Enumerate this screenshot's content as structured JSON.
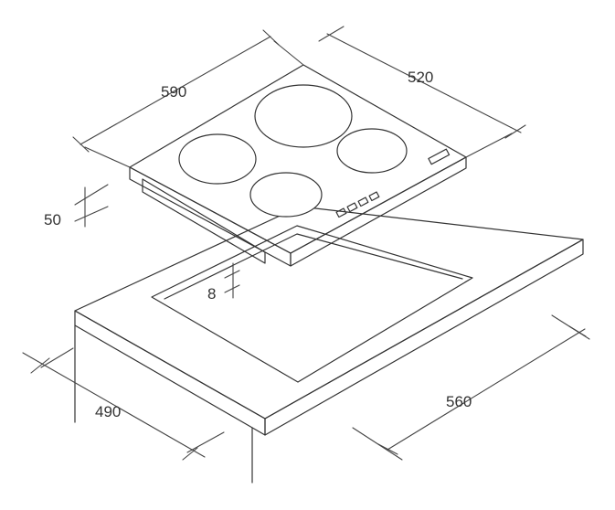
{
  "dimensions": {
    "hob_width": "590",
    "hob_depth": "520",
    "hob_height": "50",
    "clearance": "8",
    "cutout_depth": "490",
    "cutout_width": "560"
  },
  "colors": {
    "line": "#333333",
    "background": "#ffffff"
  }
}
